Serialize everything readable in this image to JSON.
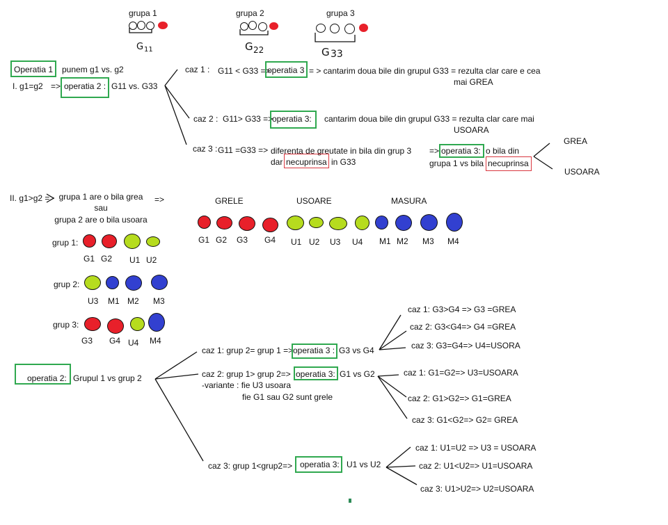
{
  "header": {
    "groups": [
      {
        "title": "grupa 1",
        "subgroup_label": "G11"
      },
      {
        "title": "grupa 2",
        "subgroup_label": "G22"
      },
      {
        "title": "grupa 3",
        "subgroup_label": "G33"
      }
    ]
  },
  "section1": {
    "op1_box": "Operatia 1",
    "op1_text": "punem g1 vs. g2",
    "case_label": "I. g1=g2",
    "arrow": "=>",
    "op2_box": "operatia 2 :",
    "op2_text": "G11 vs. G33",
    "cases": [
      {
        "label": "caz 1 :",
        "cond": "G11 <  G33 =>",
        "op_box": "operatia 3",
        "text": "= > cantarim doua bile din grupul G33 = rezulta clar care e cea",
        "text2": "mai GREA"
      },
      {
        "label": "caz 2 :",
        "cond": "G11> G33 =>",
        "op_box": "operatia 3:",
        "text": "cantarim doua bile din grupul G33 = rezulta clar care mai",
        "text2": "USOARA"
      },
      {
        "label": "caz 3 :",
        "cond": "G11 =G33 =>",
        "text": "diferenta de greutate in bila din grup 3",
        "text2_pre": "dar",
        "text2_box": "necuprinsa",
        "text2_post": "in G33",
        "arrow": "=>",
        "op_box": "operatia 3:",
        "op_text": "o bila din",
        "op_text2_pre": "grupa 1 vs bila",
        "op_text2_box": "necuprinsa",
        "outcomes": [
          "GREA",
          "USOARA"
        ]
      }
    ]
  },
  "section2": {
    "case_label": "II. g1>g2 =>",
    "line1": "grupa 1 are o bila grea",
    "line2": "sau",
    "line3": "grupa 2 are o bila usoara",
    "arrow": "=>",
    "categories": [
      {
        "title": "GRELE",
        "color": "#e8202a",
        "balls": [
          "G1",
          "G2",
          "G3",
          "G4"
        ]
      },
      {
        "title": "USOARE",
        "color": "#b6dc1e",
        "balls": [
          "U1",
          "U2",
          "U3",
          "U4"
        ]
      },
      {
        "title": "MASURA",
        "color": "#3240d0",
        "balls": [
          "M1",
          "M2",
          "M3",
          "M4"
        ]
      }
    ],
    "groups": [
      {
        "label": "grup 1:",
        "balls": [
          "G1",
          "G2",
          "U1",
          "U2"
        ]
      },
      {
        "label": "grup 2:",
        "balls": [
          "U3",
          "M1",
          "M2",
          "M3"
        ]
      },
      {
        "label": "grup 3:",
        "balls": [
          "G3",
          "G4",
          "U4",
          "M4"
        ]
      }
    ],
    "op2_box": "operatia 2:",
    "op2_text": "Grupul 1 vs grup 2",
    "cases": [
      {
        "label": "caz 1: grup 2= grup 1 =>",
        "op_box": "operatia 3 :",
        "op_text": "G3 vs G4",
        "outcomes": [
          "caz 1: G3>G4 => G3 =GREA",
          "caz 2: G3<G4=> G4 =GREA",
          "caz 3: G3=G4=> U4=USORA"
        ]
      },
      {
        "label": "caz 2: grup 1> grup 2=>",
        "op_box": "operatia 3:",
        "op_text": "G1 vs  G2",
        "note1": "-variante : fie U3 usoara",
        "note2": "fie G1 sau G2 sunt grele",
        "outcomes": [
          "caz 1: G1=G2=>  U3=USOARA",
          "caz 2: G1>G2=> G1=GREA",
          "caz 3: G1<G2=> G2= GREA"
        ]
      },
      {
        "label": "caz 3: grup 1<grup2=>",
        "op_box": "operatia 3:",
        "op_text": "U1 vs U2",
        "outcomes": [
          "caz 1:  U1=U2 => U3 = USOARA",
          "caz 2: U1<U2=> U1=USOARA",
          "caz 3: U1>U2=> U2=USOARA"
        ]
      }
    ]
  },
  "colors": {
    "heavy": "#e8202a",
    "light": "#b6dc1e",
    "standard": "#3240d0",
    "operation_box": "#2fa84f",
    "highlight_box": "#d9363e"
  }
}
